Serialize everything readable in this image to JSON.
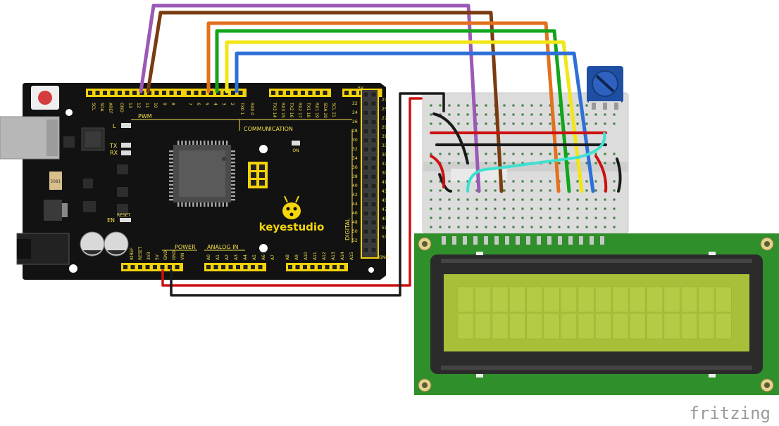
{
  "board": {
    "brand": "keyestudio",
    "top_header_labels": [
      "SCL",
      "SDA",
      "AREF",
      "GND",
      "13",
      "12",
      "11",
      "10",
      "9",
      "8",
      "7",
      "6",
      "5",
      "4",
      "3",
      "2",
      "TX0 1",
      "RX0 0",
      "TX3 14",
      "RX3 15",
      "TX2 16",
      "RX2 17",
      "TX1 18",
      "RX1 19",
      "SDA 20",
      "SCL 21"
    ],
    "label_pwm": "PWM",
    "label_communication": "COMMUNICATION",
    "label_l": "L",
    "label_tx": "TX",
    "label_rx": "RX",
    "label_on": "ON",
    "label_en": "EN",
    "label_reset": "RESET",
    "label_power": "POWER",
    "label_analog_in": "ANALOG IN",
    "label_digital": "DIGITAL",
    "label_5v": "5V",
    "label_gnd": "GND",
    "power_pins": [
      "IOREF",
      "RESET",
      "3V3",
      "5V",
      "GND",
      "GND",
      "VIN"
    ],
    "analog_pins": [
      "A0",
      "A1",
      "A2",
      "A3",
      "A4",
      "A5",
      "A6",
      "A7",
      "A8",
      "A9",
      "A10",
      "A11",
      "A12",
      "A13",
      "A14",
      "A15"
    ],
    "digital_left": [
      "22",
      "24",
      "26",
      "28",
      "30",
      "32",
      "34",
      "36",
      "38",
      "40",
      "42",
      "44",
      "46",
      "48",
      "50",
      "52"
    ],
    "digital_right": [
      "23",
      "25",
      "27",
      "29",
      "31",
      "33",
      "35",
      "37",
      "39",
      "41",
      "43",
      "45",
      "47",
      "49",
      "51",
      "53"
    ],
    "chip_label": "5081"
  },
  "watermark": "fritzing",
  "wire_colors": {
    "purple": "#9b59b6",
    "brown": "#7a3b10",
    "orange": "#e2711d",
    "green": "#12a51a",
    "yellow": "#f2e616",
    "blue": "#2e6fd8",
    "red": "#cc1111",
    "black": "#1a1a1a",
    "cyan": "#3fe0d0"
  },
  "lcd": {
    "pcb_color": "#2f8f2a",
    "screen_color": "#a7c03a",
    "columns": 16,
    "rows": 2
  },
  "potentiometer": {
    "color": "#1f4fa3"
  }
}
